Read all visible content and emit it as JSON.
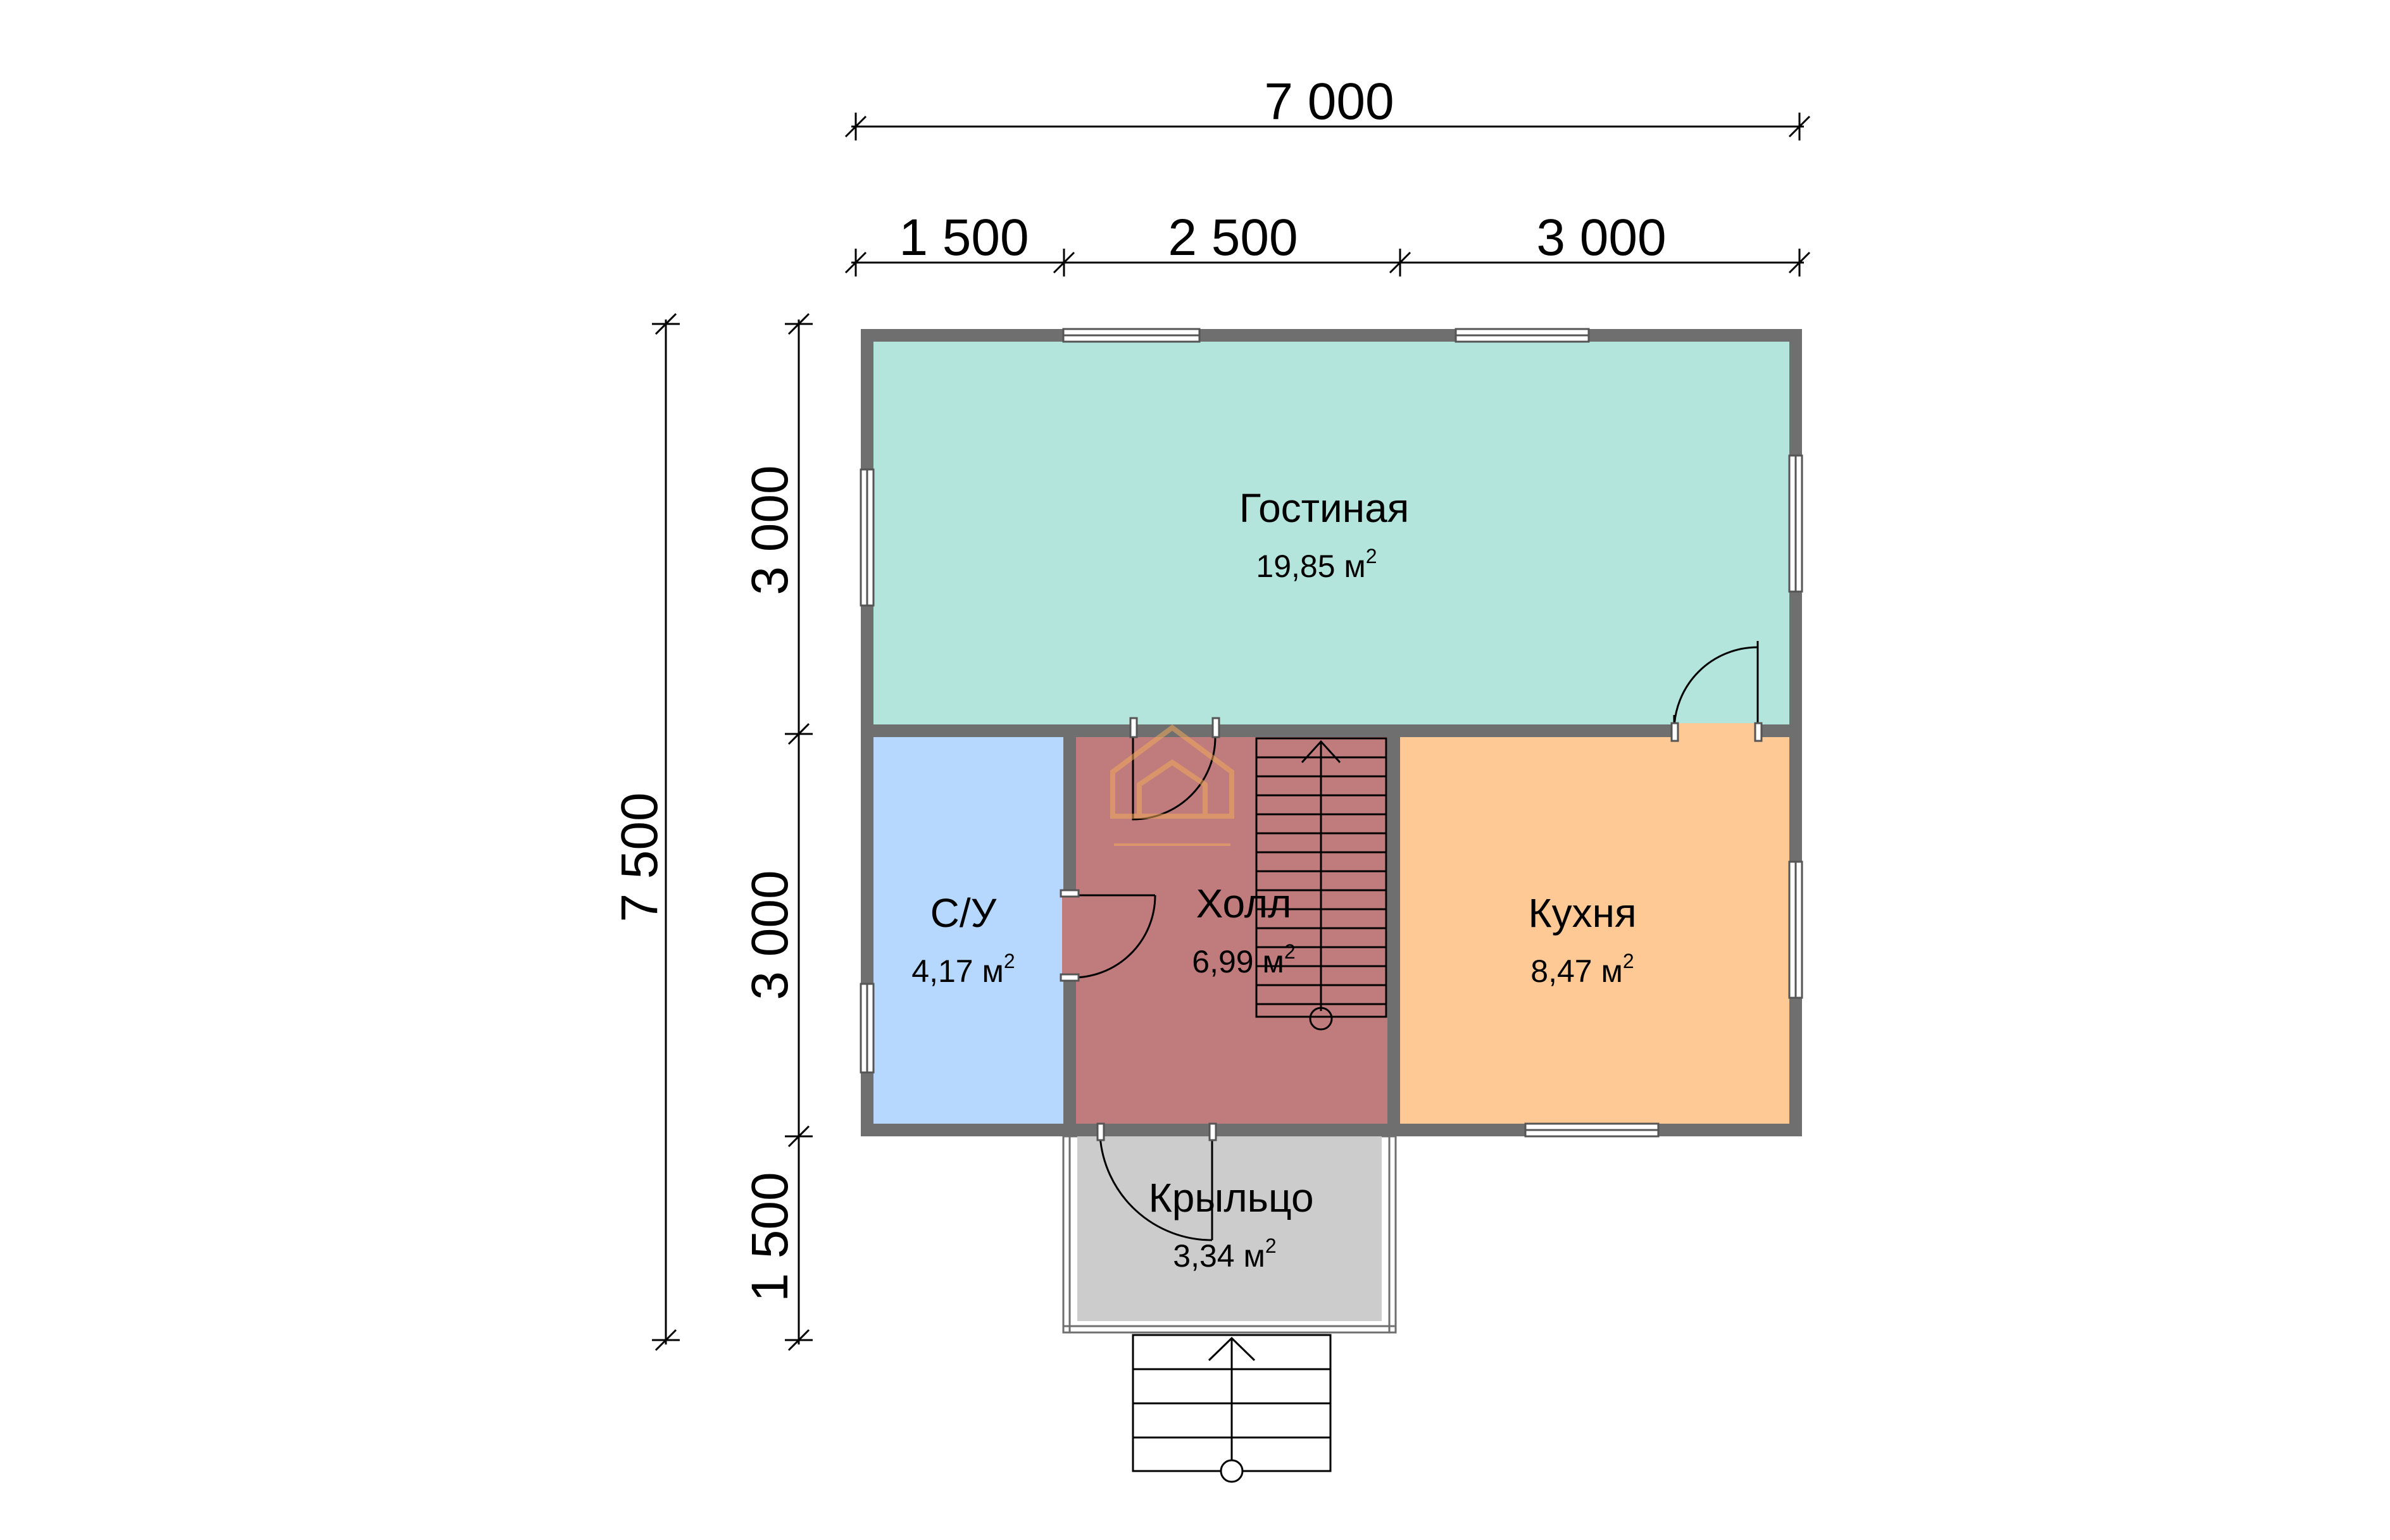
{
  "dimensions": {
    "top_total": "7 000",
    "top_1": "1 500",
    "top_2": "2 500",
    "top_3": "3 000",
    "left_total": "7 500",
    "left_1": "3 000",
    "left_2": "3 000",
    "left_3": "1 500"
  },
  "rooms": {
    "living": {
      "name": "Гостиная",
      "area": "19,85 м",
      "sup": "2"
    },
    "bathroom": {
      "name": "С/У",
      "area": "4,17 м",
      "sup": "2"
    },
    "hall": {
      "name": "Холл",
      "area": "6,99 м",
      "sup": "2"
    },
    "kitchen": {
      "name": "Кухня",
      "area": "8,47 м",
      "sup": "2"
    },
    "porch": {
      "name": "Крыльцо",
      "area": "3,34 м",
      "sup": "2"
    }
  },
  "colors": {
    "living": "#b3e5dd",
    "bathroom": "#b6d8fe",
    "hall": "#c07c7c",
    "kitchen": "#fec994",
    "porch": "#cccccc",
    "wall": "#6f6f6f"
  }
}
